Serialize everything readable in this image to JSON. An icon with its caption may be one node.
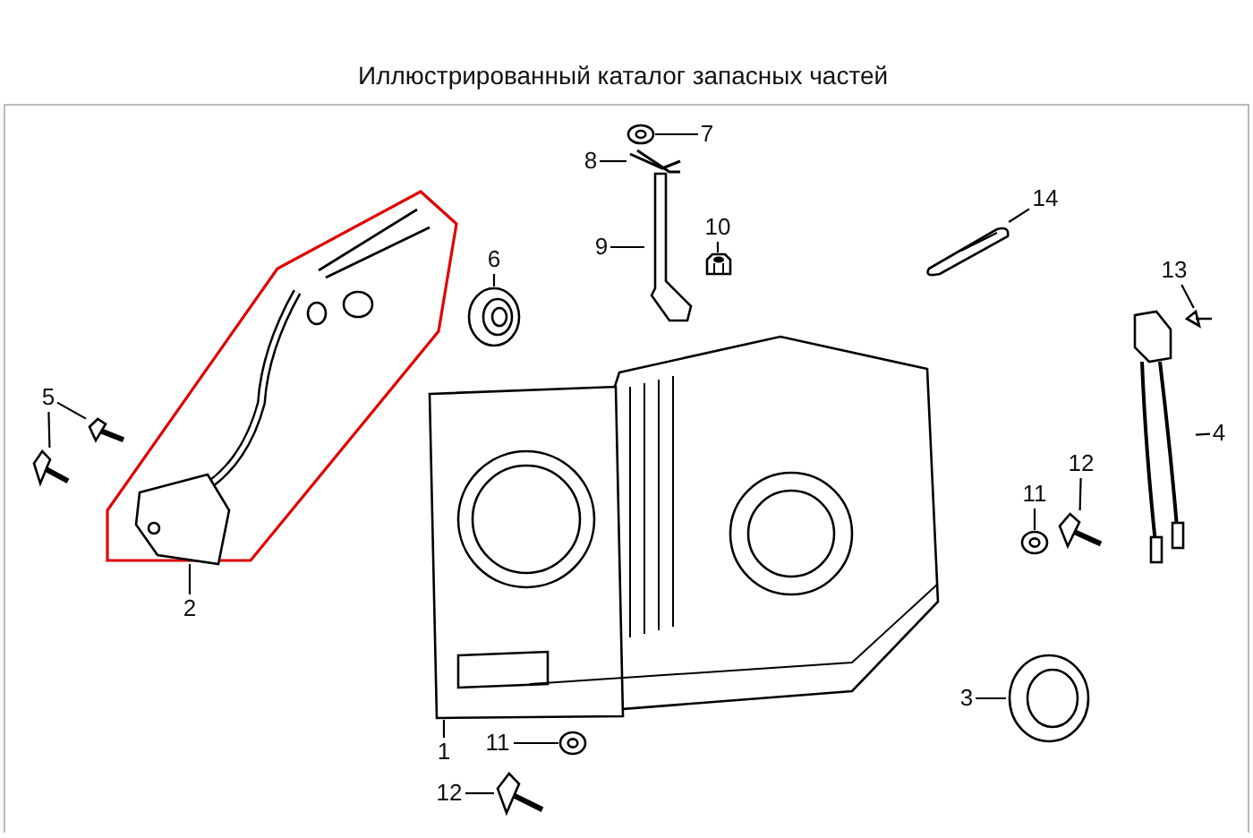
{
  "diagram": {
    "title": "Иллюстрированный каталог запасных частей",
    "nodes": [
      {
        "text": [
          "7"
        ]
      },
      {
        "text": [
          "8"
        ]
      },
      {
        "text": [
          "9"
        ]
      },
      {
        "text": [
          "10"
        ]
      },
      {
        "text": [
          "14"
        ]
      },
      {
        "text": [
          "6"
        ]
      },
      {
        "text": [
          "13"
        ]
      },
      {
        "text": [
          "5"
        ]
      },
      {
        "text": [
          "4"
        ]
      },
      {
        "text": [
          "11"
        ]
      },
      {
        "text": [
          "12"
        ]
      },
      {
        "text": [
          "2"
        ]
      },
      {
        "text": [
          "1"
        ]
      },
      {
        "text": [
          "3"
        ]
      },
      {
        "text": [
          "11"
        ]
      },
      {
        "text": [
          "12"
        ]
      },
      {
        "text": [],
        "shape": "picture"
      },
      {
        "text": [],
        "shape": "picture"
      },
      {
        "text": [],
        "shape": "picture"
      },
      {
        "text": [],
        "shape": "picture"
      },
      {
        "text": [],
        "shape": "picture"
      },
      {
        "text": [],
        "shape": "picture"
      },
      {
        "text": [],
        "shape": "picture"
      },
      {
        "text": [],
        "shape": "picture"
      },
      {
        "text": [],
        "shape": "picture"
      },
      {
        "text": [],
        "shape": "picture"
      },
      {
        "text": [],
        "shape": "picture"
      },
      {
        "text": [],
        "shape": "picture"
      },
      {
        "text": [],
        "shape": "picture"
      },
      {
        "text": [],
        "shape": "picture"
      },
      {
        "text": [],
        "shape": "picture"
      },
      {
        "text": [],
        "shape": "picture"
      },
      {
        "text": [],
        "shape": "picture"
      }
    ],
    "edges": [
      {
        "from": 0,
        "to": 16,
        "arrow": "none"
      },
      {
        "from": 1,
        "to": 17,
        "arrow": "none"
      },
      {
        "from": 2,
        "to": 18,
        "arrow": "none"
      },
      {
        "from": 3,
        "to": 19,
        "arrow": "none"
      },
      {
        "from": 4,
        "to": 20,
        "arrow": "none"
      },
      {
        "from": 5,
        "to": 21,
        "arrow": "none"
      },
      {
        "from": 6,
        "to": 22,
        "arrow": "none"
      },
      {
        "from": 7,
        "to": 23,
        "arrow": "none"
      },
      {
        "from": 7,
        "to": 24,
        "arrow": "none"
      },
      {
        "from": 8,
        "to": 25,
        "arrow": "none"
      },
      {
        "from": 9,
        "to": 26,
        "arrow": "none"
      },
      {
        "from": 10,
        "to": 27,
        "arrow": "none"
      },
      {
        "from": 11,
        "to": 28,
        "arrow": "none"
      },
      {
        "from": 12,
        "to": 29,
        "arrow": "none"
      },
      {
        "from": 13,
        "to": 30,
        "arrow": "none"
      },
      {
        "from": 14,
        "to": 31,
        "arrow": "none"
      },
      {
        "from": 15,
        "to": 32,
        "arrow": "none"
      }
    ]
  }
}
